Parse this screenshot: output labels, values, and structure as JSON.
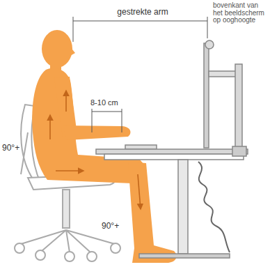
{
  "diagram": {
    "labels": [
      "gestrekte arm",
      "bovenkant van het beeldscherm op ooghoogte",
      "8-10 cm",
      "90°+",
      "90°+"
    ]
  }
}
